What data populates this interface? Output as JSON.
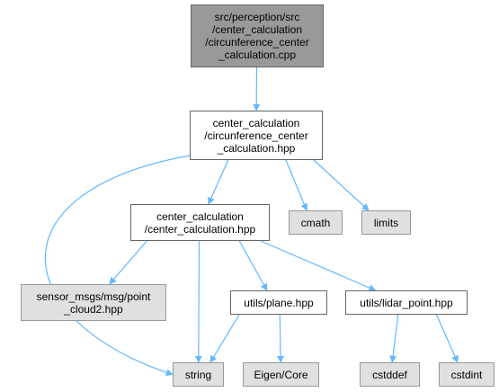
{
  "colors": {
    "edge": "#63b8ff",
    "root_fill": "#999999",
    "external_fill": "#e0e0e0",
    "project_fill": "#ffffff"
  },
  "nodes": {
    "root": "src/perception/src\n/center_calculation\n/circunference_center\n_calculation.cpp",
    "circ_hpp": "center_calculation\n/circunference_center\n_calculation.hpp",
    "center_hpp": "center_calculation\n/center_calculation.hpp",
    "cmath": "cmath",
    "limits": "limits",
    "sensor_msgs": "sensor_msgs/msg/point\n_cloud2.hpp",
    "plane_hpp": "utils/plane.hpp",
    "lidar_hpp": "utils/lidar_point.hpp",
    "string": "string",
    "eigen_core": "Eigen/Core",
    "cstddef": "cstddef",
    "cstdint": "cstdint"
  },
  "edges": [
    [
      "root",
      "circ_hpp"
    ],
    [
      "circ_hpp",
      "center_hpp"
    ],
    [
      "circ_hpp",
      "cmath"
    ],
    [
      "circ_hpp",
      "limits"
    ],
    [
      "circ_hpp",
      "string"
    ],
    [
      "center_hpp",
      "sensor_msgs"
    ],
    [
      "center_hpp",
      "plane_hpp"
    ],
    [
      "center_hpp",
      "lidar_hpp"
    ],
    [
      "center_hpp",
      "string"
    ],
    [
      "plane_hpp",
      "string"
    ],
    [
      "plane_hpp",
      "eigen_core"
    ],
    [
      "lidar_hpp",
      "cstddef"
    ],
    [
      "lidar_hpp",
      "cstdint"
    ]
  ]
}
